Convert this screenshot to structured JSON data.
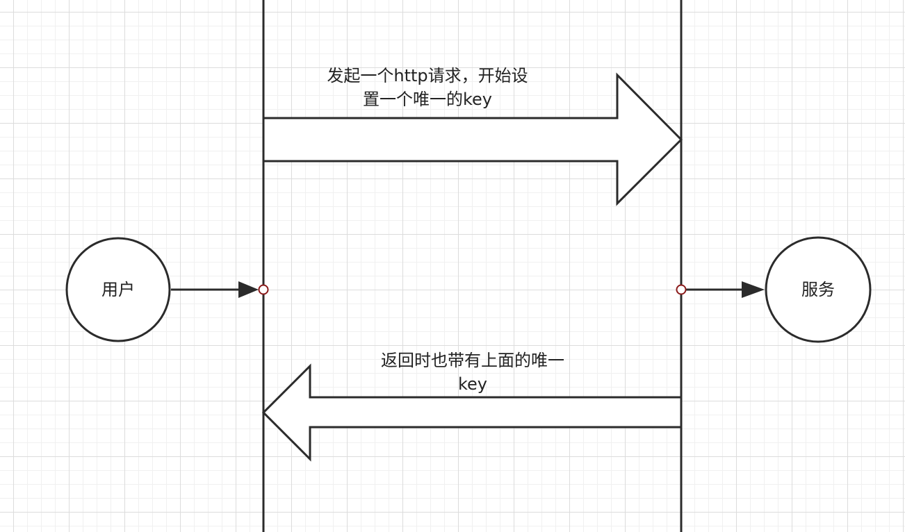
{
  "nodes": {
    "user": {
      "label": "用户"
    },
    "service": {
      "label": "服务"
    }
  },
  "arrows": {
    "request": {
      "label_line1": "发起一个http请求，开始设",
      "label_line2": "置一个唯一的key"
    },
    "response": {
      "label_line1": "返回时也带有上面的唯一",
      "label_line2": "key"
    }
  },
  "colors": {
    "stroke": "#2b2b2b",
    "connector_point": "#8b1a1a",
    "grid": "#dcdcdc"
  }
}
